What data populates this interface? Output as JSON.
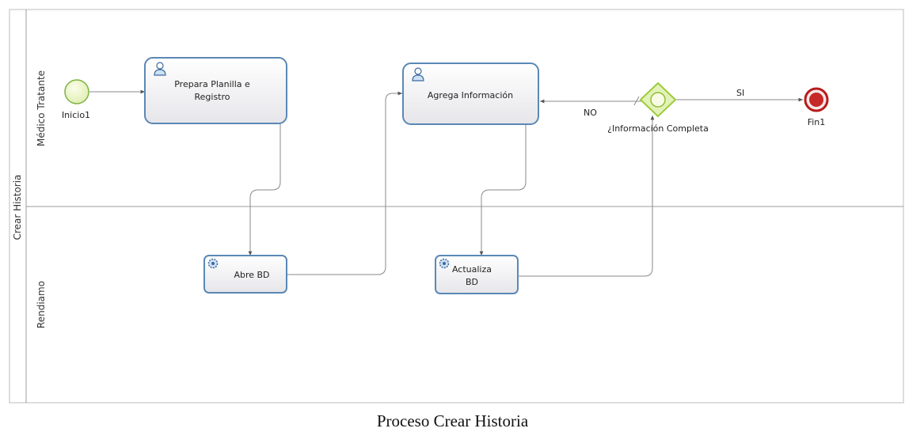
{
  "pool": {
    "name": "Crear Historia"
  },
  "lanes": [
    {
      "name": "Médico Tratante"
    },
    {
      "name": "Rendiamo"
    }
  ],
  "events": {
    "start": {
      "label": "Inicio1"
    },
    "end": {
      "label": "Fin1"
    }
  },
  "tasks": {
    "prepara": {
      "label_line1": "Prepara Planilla e",
      "label_line2": "Registro",
      "type": "user-icon"
    },
    "agrega": {
      "label": "Agrega Información",
      "type": "user-icon"
    },
    "abre": {
      "label": "Abre BD",
      "type": "service-icon"
    },
    "actualiza": {
      "label_line1": "Actualiza",
      "label_line2": "BD",
      "type": "service-icon"
    }
  },
  "gateway": {
    "label": "¿Información Completa"
  },
  "flows": {
    "no_label": "NO",
    "si_label": "SI"
  },
  "caption": "Proceso Crear Historia",
  "colors": {
    "task_border": "#5b88b5",
    "start_event": "#7cb342",
    "end_event": "#b71c1c",
    "gateway": "#9ccc3a"
  }
}
